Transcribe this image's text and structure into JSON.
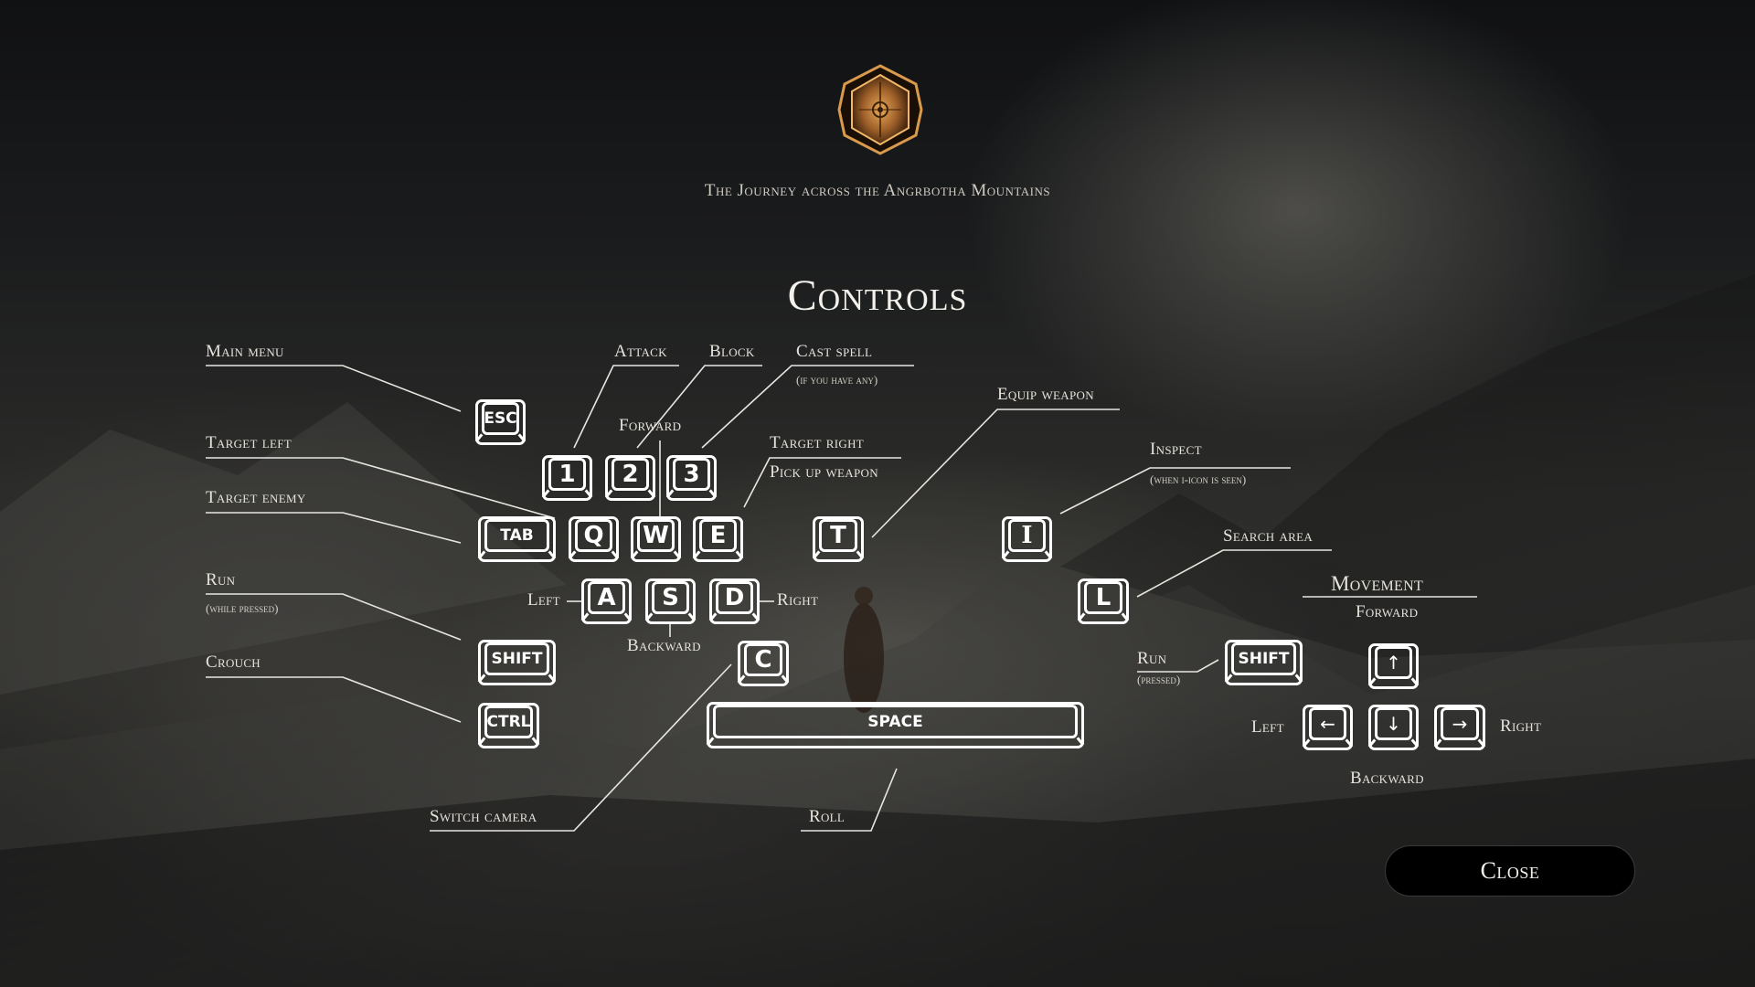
{
  "header": {
    "emblem_icon": "bronze-hexagon-emblem",
    "subtitle": "The Journey across the Angrbotha Mountains",
    "title": "Controls"
  },
  "colors": {
    "text": "#e8e6e1",
    "key_outline": "#ffffff",
    "emblem_gold": "#c8893a",
    "button_bg": "#000000"
  },
  "keys": {
    "esc": "ESC",
    "k1": "1",
    "k2": "2",
    "k3": "3",
    "tab": "TAB",
    "q": "Q",
    "w": "W",
    "e": "E",
    "t": "T",
    "i": "I",
    "a": "A",
    "s": "S",
    "d": "D",
    "l": "L",
    "shift_left": "SHIFT",
    "ctrl": "CTRL",
    "c": "C",
    "space": "SPACE",
    "shift_right": "SHIFT",
    "arrow_up": "↑",
    "arrow_left": "←",
    "arrow_down": "↓",
    "arrow_right": "→"
  },
  "labels": {
    "main_menu": "Main menu",
    "attack": "Attack",
    "block": "Block",
    "cast_spell": "Cast spell",
    "cast_spell_note": "(if you have any)",
    "forward": "Forward",
    "target_right": "Target right",
    "pick_up_weapon": "Pick up weapon",
    "equip_weapon": "Equip weapon",
    "inspect": "Inspect",
    "inspect_note": "(when i-icon is seen)",
    "search_area": "Search area",
    "target_left": "Target left",
    "target_enemy": "Target enemy",
    "run": "Run",
    "run_note": "(while pressed)",
    "crouch": "Crouch",
    "left": "Left",
    "right": "Right",
    "backward": "Backward",
    "switch_camera": "Switch camera",
    "roll": "Roll"
  },
  "movement": {
    "title": "Movement",
    "forward": "Forward",
    "left": "Left",
    "right": "Right",
    "backward": "Backward",
    "run": "Run",
    "run_note": "(pressed)"
  },
  "footer": {
    "close_label": "Close"
  }
}
